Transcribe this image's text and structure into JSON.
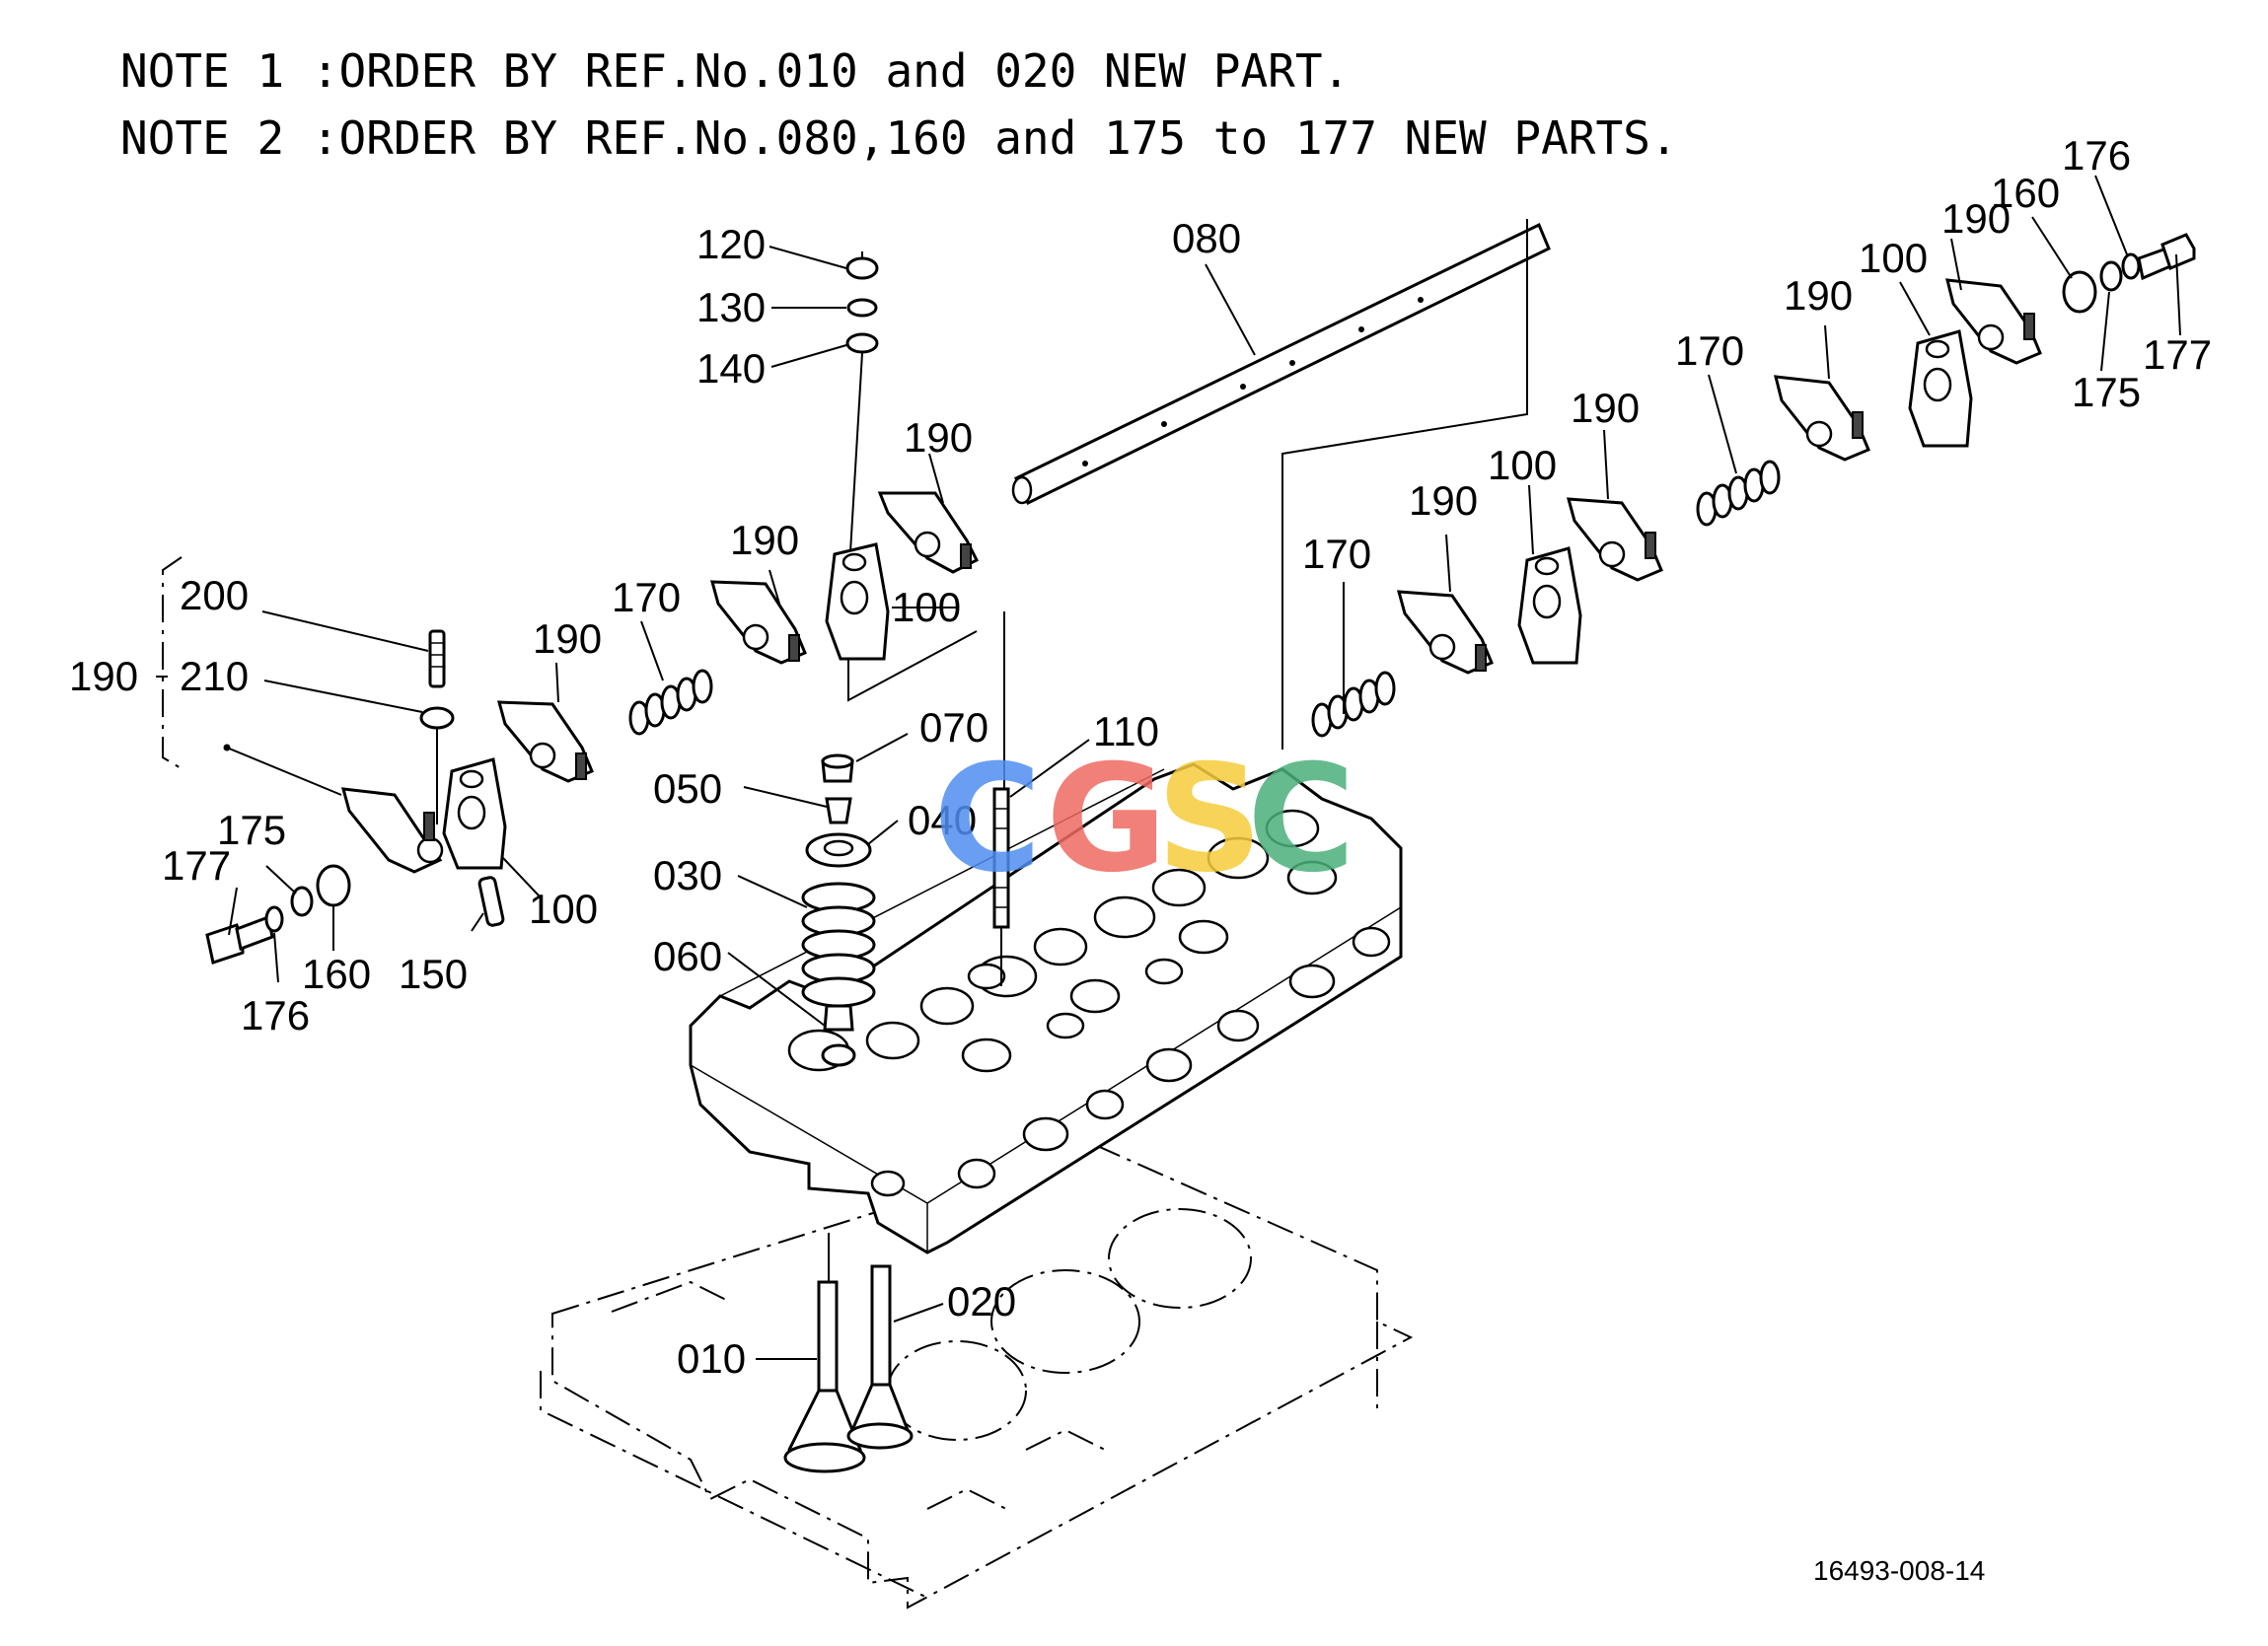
{
  "notes": [
    "NOTE 1 :ORDER BY REF.No.010 and 020 NEW PART.",
    "NOTE 2 :ORDER BY REF.No.080,160 and 175 to 177 NEW PARTS."
  ],
  "callouts": {
    "c120": "120",
    "c130": "130",
    "c140": "140",
    "c080": "080",
    "c190_top": "190",
    "c190_mid": "190",
    "c190_left": "190",
    "c100_center": "100",
    "c170_left": "170",
    "c200": "200",
    "c210": "210",
    "c190_group": "190",
    "c175_left": "175",
    "c177_left": "177",
    "c176_left": "176",
    "c160_left": "160",
    "c150": "150",
    "c100_left": "100",
    "c070": "070",
    "c110": "110",
    "c050": "050",
    "c040": "040",
    "c030": "030",
    "c060": "060",
    "c020": "020",
    "c010": "010",
    "c170_right_lo": "170",
    "c190_right_a": "190",
    "c100_right_a": "100",
    "c190_right_b": "190",
    "c170_right_hi": "170",
    "c190_right_c": "190",
    "c100_right_b": "100",
    "c190_right_d": "190",
    "c160_right": "160",
    "c176_right": "176",
    "c177_right": "177",
    "c175_right": "175"
  },
  "drawing_code": "16493-008-14",
  "watermark": {
    "letters": [
      "C",
      "G",
      "S",
      "C"
    ],
    "colors": [
      "#4f8ef0",
      "#ef6a62",
      "#f6cc3c",
      "#4bb07a"
    ]
  }
}
